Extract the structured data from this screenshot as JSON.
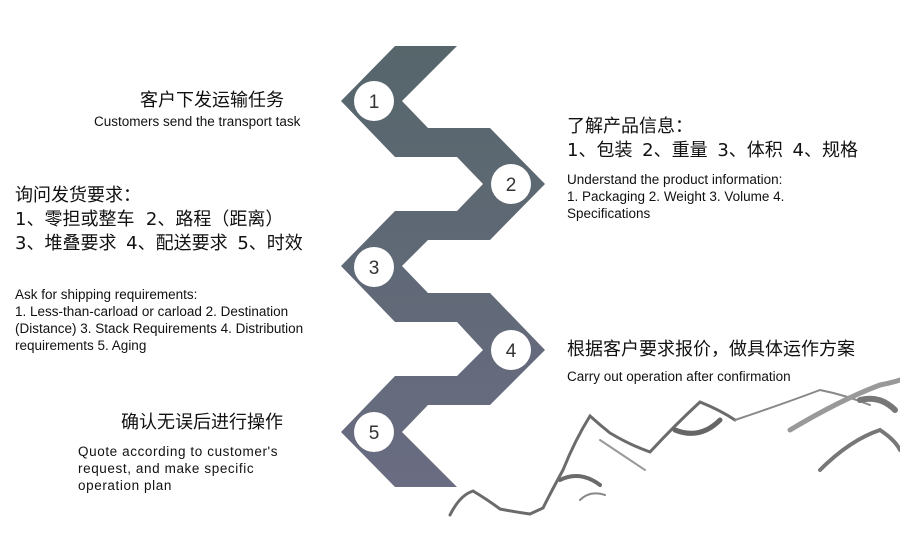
{
  "steps": [
    {
      "number": "1",
      "title": "客户下发运输任务",
      "desc": "Customers send the transport task"
    },
    {
      "number": "2",
      "title": "了解产品信息：",
      "title2": "1、包装 2、重量 3、体积 4、规格",
      "desc": "Understand the product information:",
      "desc2": "1. Packaging 2. Weight 3. Volume 4. Specifications"
    },
    {
      "number": "3",
      "title": "询问发货要求：",
      "title2": "1、零担或整车  2、路程（距离）",
      "title3": "3、堆叠要求 4、配送要求 5、时效",
      "desc": "Ask for shipping requirements:",
      "desc2": "1. Less-than-carload or carload  2. Destination (Distance) 3. Stack Requirements 4. Distribution requirements 5. Aging"
    },
    {
      "number": "4",
      "title": "根据客户要求报价，做具体运作方案",
      "desc": "Carry out operation after confirmation"
    },
    {
      "number": "5",
      "title": "确认无误后进行操作",
      "desc": "Quote according to customer's request, and make specific operation plan"
    }
  ],
  "colors": {
    "band_top": "#56666b",
    "band_bottom": "#6a6c82",
    "mountain": "#6b6b6b"
  }
}
